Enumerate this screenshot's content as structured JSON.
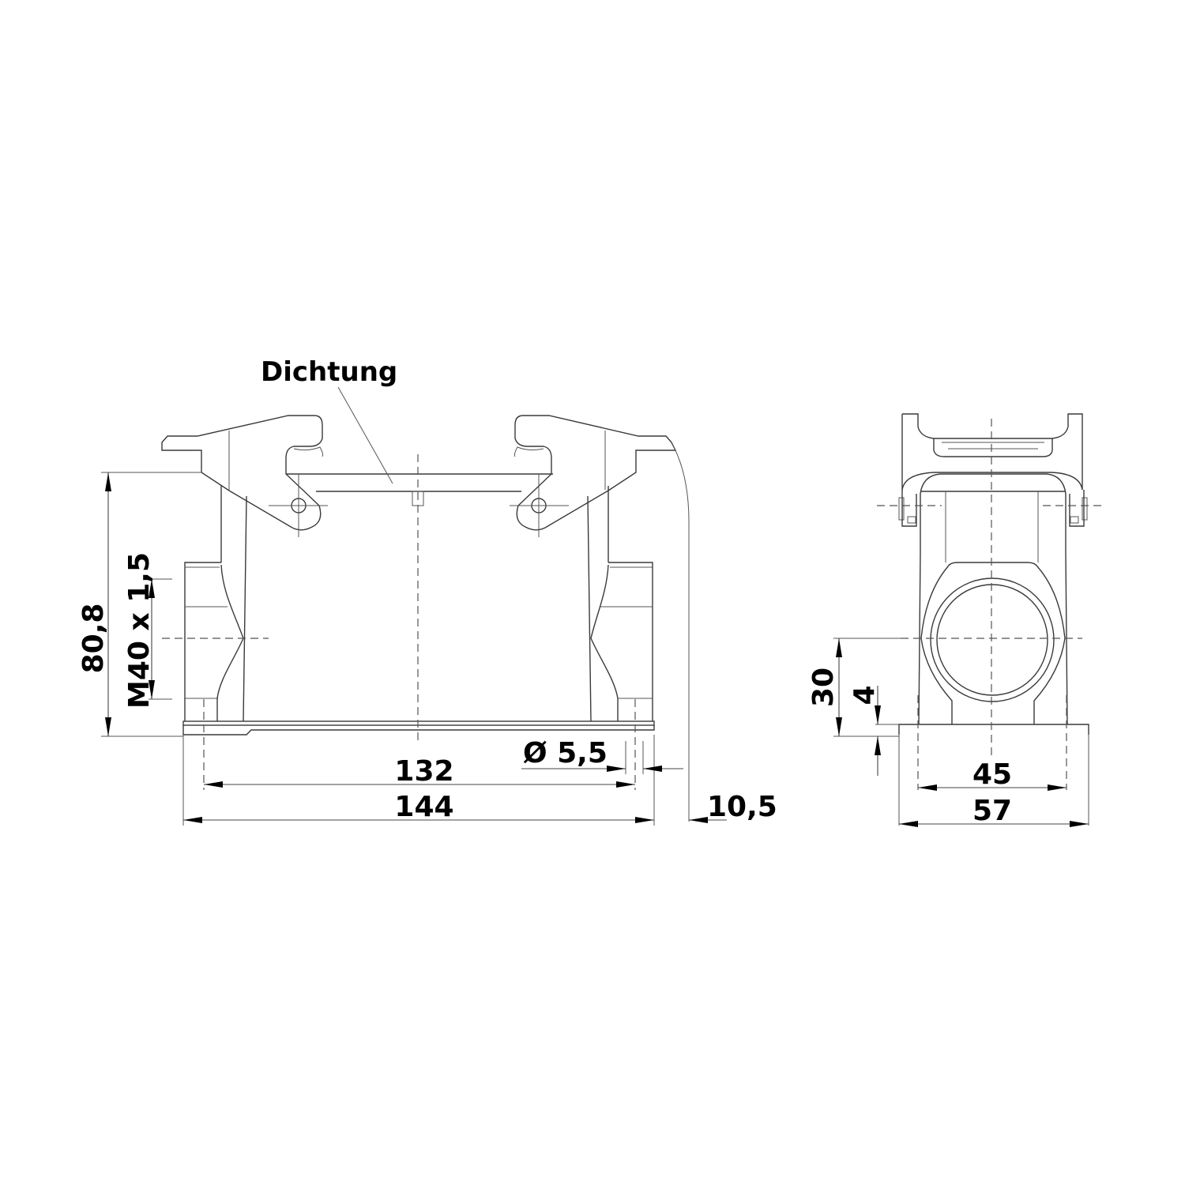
{
  "drawing": {
    "type": "technical-drawing",
    "subject": "connector housing, surface mount, two locking levers",
    "views": [
      "front-view",
      "side-view"
    ],
    "line_color": "#3a3a3a",
    "text_color": "#000000",
    "background": "#ffffff"
  },
  "front_view": {
    "callout_label": "Dichtung",
    "dimensions": {
      "height": "80,8",
      "thread": "M40 x 1,5",
      "hole_spacing": "132",
      "overall_length": "144",
      "hole_diameter": "Ø 5,5",
      "lever_offset": "10,5"
    }
  },
  "side_view": {
    "dimensions": {
      "axis_height": "30",
      "flange_thickness": "4",
      "hole_spacing": "45",
      "overall_width": "57"
    }
  }
}
